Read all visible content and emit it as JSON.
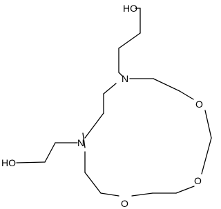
{
  "structure": {
    "atoms": {
      "n_top": "N",
      "n_bottom": "N",
      "o_right_upper": "O",
      "o_right_lower": "O",
      "o_bottom": "O",
      "oh_top": "HO",
      "oh_bottom": "HO"
    }
  }
}
